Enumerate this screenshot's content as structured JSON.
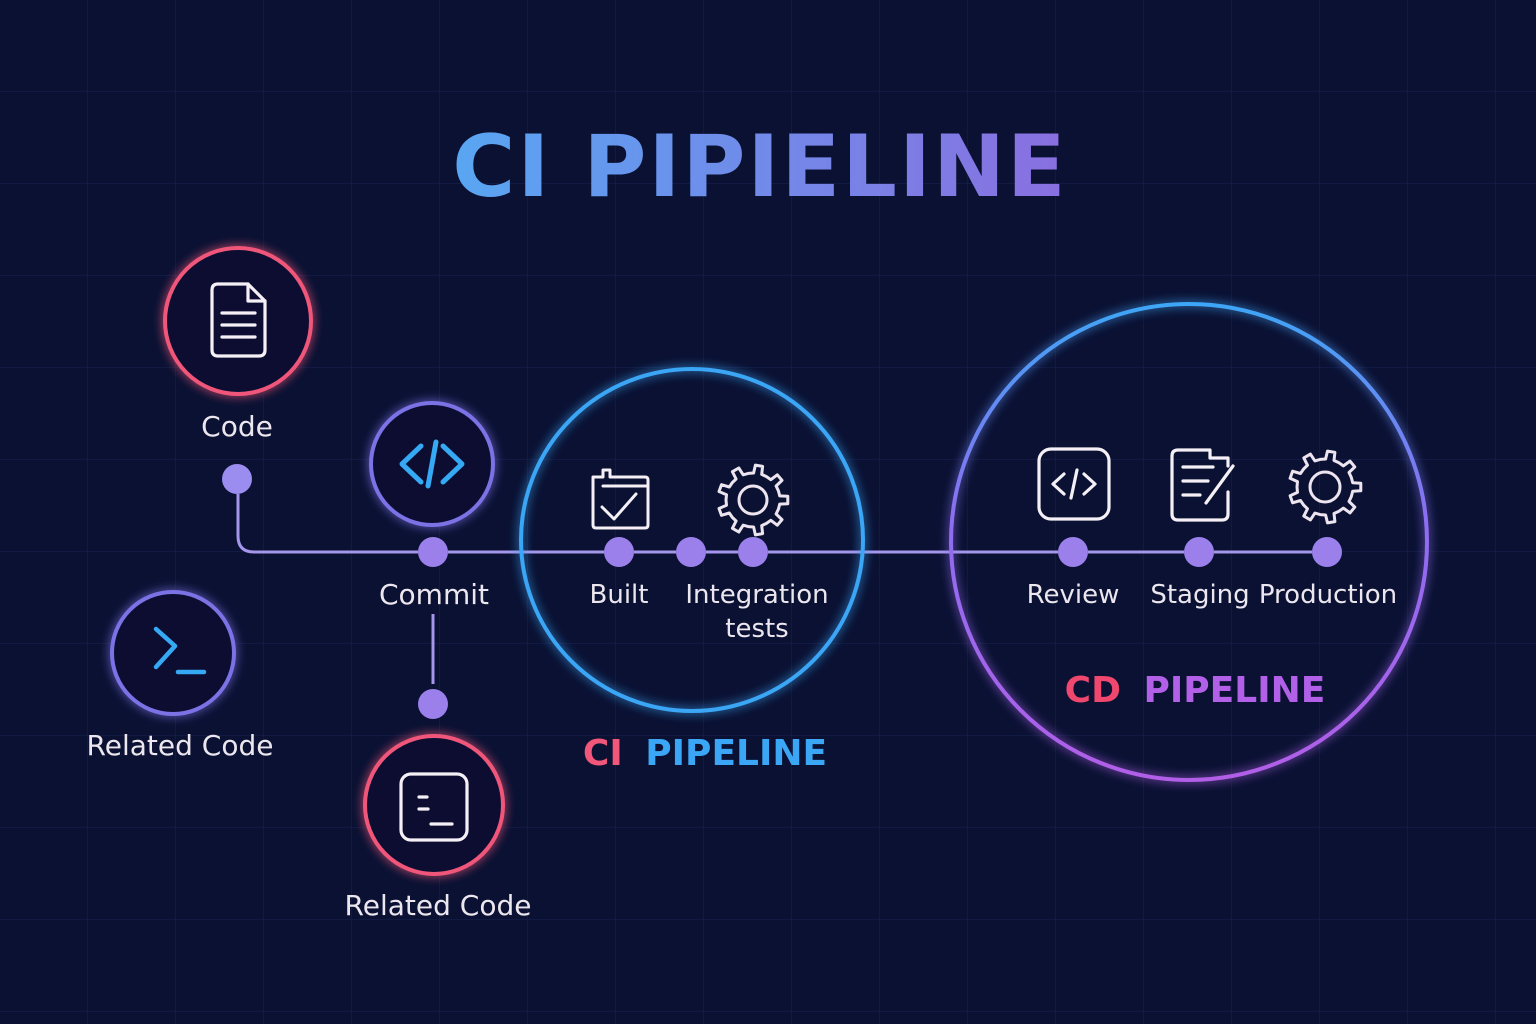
{
  "title": {
    "text": "CI PIPIELINE",
    "gradient": [
      "#58a6f2",
      "#8a6fe0"
    ]
  },
  "colors": {
    "background": "#0a1133",
    "grid": "#15204a",
    "pink": "#f0577a",
    "violet": "#7b72e6",
    "blue": "#3ba6f5",
    "purple": "#b360e8",
    "node": "#9b80ec",
    "line": "#a596ec",
    "icon_white": "#f4f0f6",
    "icon_cyan": "#35a9f4",
    "label": "#ece6ee"
  },
  "nodes": [
    {
      "id": "code",
      "label": "Code",
      "icon": "document-icon",
      "ring": "pink"
    },
    {
      "id": "commit",
      "label": "Commit",
      "icon": "code-brackets-icon",
      "ring": "violet"
    },
    {
      "id": "related-code-left",
      "label": "Related Code",
      "icon": "terminal-prompt-icon",
      "ring": "violet"
    },
    {
      "id": "related-code-bottom",
      "label": "Related Code",
      "icon": "terminal-window-icon",
      "ring": "pink"
    }
  ],
  "ci_stages": [
    {
      "id": "built",
      "label": "Built",
      "icon": "calendar-check-icon"
    },
    {
      "id": "integration-tests",
      "label_lines": [
        "Integration",
        "tests"
      ],
      "icon": "gear-icon"
    }
  ],
  "cd_stages": [
    {
      "id": "review",
      "label": "Review",
      "icon": "code-box-icon"
    },
    {
      "id": "staging",
      "label": "Staging",
      "icon": "document-edit-icon"
    },
    {
      "id": "production",
      "label": "Production",
      "icon": "gear-icon"
    }
  ],
  "ci_group": {
    "prefix": "CI",
    "suffix": "PIPELINE"
  },
  "cd_group": {
    "prefix": "CD",
    "suffix": "PIPELINE"
  }
}
